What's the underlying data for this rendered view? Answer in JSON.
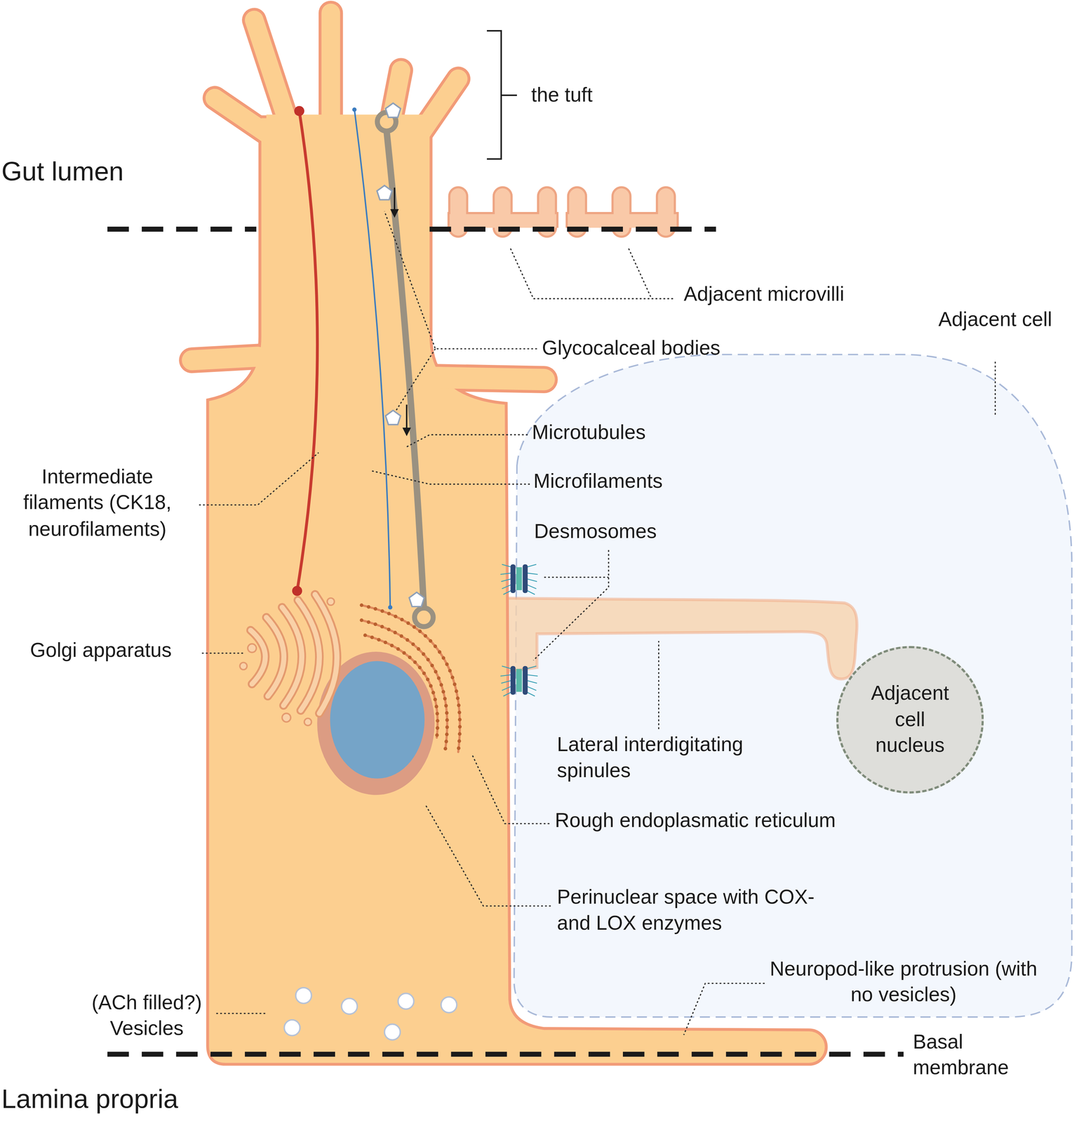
{
  "diagram": {
    "nodes": [
      {
        "text": [
          "Adjacent cell nucleus"
        ]
      }
    ],
    "labels": [
      "the tuft",
      "Gut lumen",
      "Adjacent microvilli",
      "Adjacent cell",
      "Glycocalceal bodies",
      "Microtubules",
      "Microfilaments",
      "Intermediate filaments (CK18, neurofilaments)",
      "Desmosomes",
      "Golgi apparatus",
      "Lateral interdigitating spinules",
      "Rough endoplasmatic reticulum",
      "Perinuclear space with COX- and LOX enzymes",
      "(ACh filled?) Vesicles",
      "Neuropod-like protrusion (with no vesicles)",
      "Basal membrane",
      "Lamina propria"
    ]
  }
}
